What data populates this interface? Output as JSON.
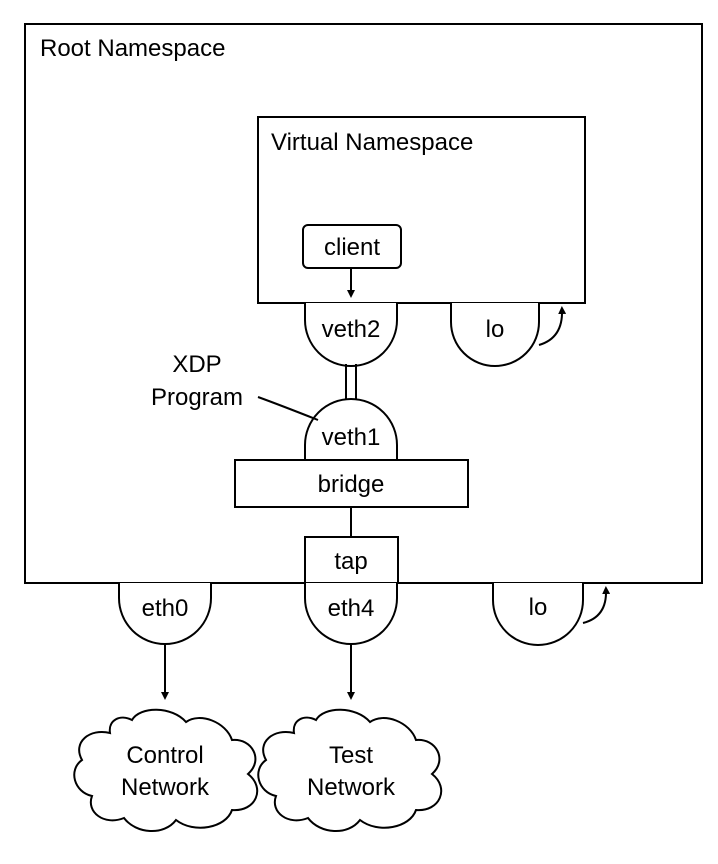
{
  "root_namespace": {
    "label": "Root Namespace"
  },
  "virtual_namespace": {
    "label": "Virtual Namespace"
  },
  "client": {
    "label": "client"
  },
  "interfaces": {
    "veth2": "veth2",
    "veth1": "veth1",
    "lo_virtual": "lo",
    "eth0": "eth0",
    "eth4": "eth4",
    "lo_root": "lo"
  },
  "bridge": {
    "label": "bridge"
  },
  "tap": {
    "label": "tap"
  },
  "xdp": {
    "line1": "XDP",
    "line2": "Program"
  },
  "networks": {
    "control": {
      "line1": "Control",
      "line2": "Network"
    },
    "test": {
      "line1": "Test",
      "line2": "Network"
    }
  }
}
